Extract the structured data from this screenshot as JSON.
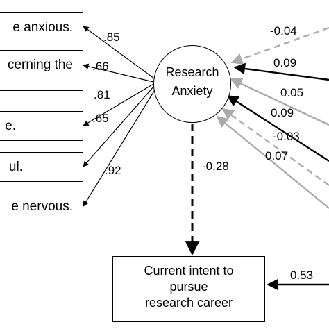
{
  "colors": {
    "black": "#000000",
    "gray": "#aaaaaa"
  },
  "construct": {
    "line1": "Research",
    "line2": "Anxiety"
  },
  "items": [
    {
      "text": "e anxious.",
      "loading": ".85"
    },
    {
      "text": "cerning the",
      "loading": ".66"
    },
    {
      "text": "e.",
      "loading": ".81"
    },
    {
      "text": "ul.",
      "loading": ".65"
    },
    {
      "text": "e nervous.",
      "loading": ".92"
    }
  ],
  "predictor_paths": [
    {
      "label": "-0.04",
      "style": "gray-dashed"
    },
    {
      "label": "0.09",
      "style": "black-solid"
    },
    {
      "label": "0.05",
      "style": "gray-solid"
    },
    {
      "label": "0.09",
      "style": "black-solid"
    },
    {
      "label": "-0.03",
      "style": "gray-dashed"
    },
    {
      "label": "0.07",
      "style": "gray-solid"
    }
  ],
  "anxiety_to_outcome": {
    "label": "-0.28",
    "style": "black-dashed"
  },
  "outcome": {
    "line1": "Current intent to",
    "line2": "pursue",
    "line3": "research career"
  },
  "outcome_path": {
    "label": "0.53",
    "style": "black-solid"
  }
}
